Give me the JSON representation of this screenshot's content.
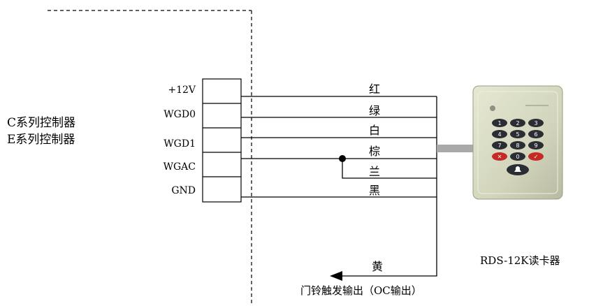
{
  "controller": {
    "labels": [
      "C系列控制器",
      "E系列控制器"
    ]
  },
  "terminals": [
    {
      "pin": "+12V",
      "wire_color": "红"
    },
    {
      "pin": "WGD0",
      "wire_color": "绿"
    },
    {
      "pin": "WGD1",
      "wire_color": "白"
    },
    {
      "pin": "WGAC",
      "wire_color": "棕"
    },
    {
      "pin": "GND",
      "wire_color": "黑"
    }
  ],
  "extra_wire_color": "兰",
  "doorbell": {
    "wire_color": "黄",
    "output_label": "门铃触发输出（OC输出）"
  },
  "reader": {
    "label": "RDS-12K读卡器",
    "keypad": [
      "1",
      "2",
      "3",
      "4",
      "5",
      "6",
      "7",
      "8",
      "9",
      "✕",
      "0",
      "✓",
      "bell-icon"
    ]
  }
}
